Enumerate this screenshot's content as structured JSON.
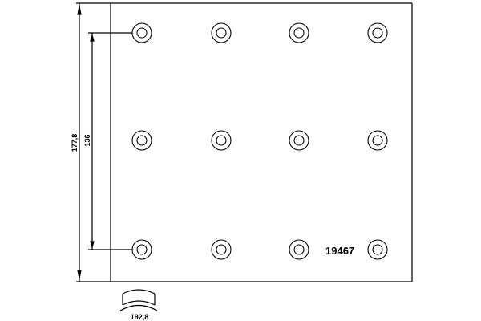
{
  "drawing": {
    "part_number": "19467",
    "dimensions": {
      "overall_height": "177,8",
      "hole_spacing_height": "136",
      "arc_length": "192,8"
    },
    "holes": {
      "columns_x": [
        177,
        276,
        373,
        471
      ],
      "rows_y": [
        41,
        175,
        311
      ],
      "outer_radius": 12,
      "inner_radius": 6
    },
    "colors": {
      "line": "#000000",
      "background": "#ffffff"
    }
  }
}
